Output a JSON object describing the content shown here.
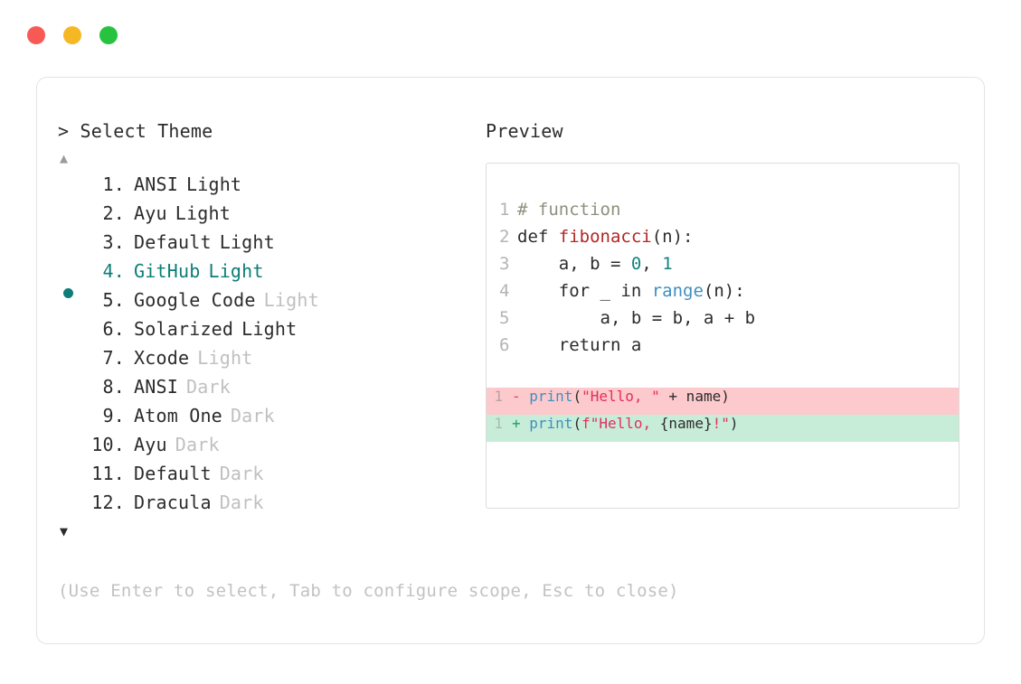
{
  "window": {
    "dots": [
      {
        "name": "close-dot",
        "color": "#f75a55"
      },
      {
        "name": "minimize-dot",
        "color": "#f6b724"
      },
      {
        "name": "maximize-dot",
        "color": "#27c33f"
      }
    ]
  },
  "left": {
    "prompt_symbol": ">",
    "prompt_title": "Select Theme",
    "scroll_up_icon": "▲",
    "scroll_down_icon": "▼",
    "selected_bullet_icon": "●",
    "selected_index": 4,
    "items": [
      {
        "index": "1.",
        "name": "ANSI",
        "suffix": "Light",
        "suffix_muted": false,
        "selected": false
      },
      {
        "index": "2.",
        "name": "Ayu",
        "suffix": "Light",
        "suffix_muted": false,
        "selected": false
      },
      {
        "index": "3.",
        "name": "Default",
        "suffix": "Light",
        "suffix_muted": false,
        "selected": false
      },
      {
        "index": "4.",
        "name": "GitHub",
        "suffix": "Light",
        "suffix_muted": false,
        "selected": true
      },
      {
        "index": "5.",
        "name": "Google Code",
        "suffix": "Light",
        "suffix_muted": true,
        "selected": false
      },
      {
        "index": "6.",
        "name": "Solarized",
        "suffix": "Light",
        "suffix_muted": false,
        "selected": false
      },
      {
        "index": "7.",
        "name": "Xcode",
        "suffix": "Light",
        "suffix_muted": true,
        "selected": false
      },
      {
        "index": "8.",
        "name": "ANSI",
        "suffix": "Dark",
        "suffix_muted": true,
        "selected": false
      },
      {
        "index": "9.",
        "name": "Atom One",
        "suffix": "Dark",
        "suffix_muted": true,
        "selected": false
      },
      {
        "index": "10.",
        "name": "Ayu",
        "suffix": "Dark",
        "suffix_muted": true,
        "selected": false
      },
      {
        "index": "11.",
        "name": "Default",
        "suffix": "Dark",
        "suffix_muted": true,
        "selected": false
      },
      {
        "index": "12.",
        "name": "Dracula",
        "suffix": "Dark",
        "suffix_muted": true,
        "selected": false
      }
    ],
    "help_text": "(Use Enter to select, Tab to configure scope, Esc to close)"
  },
  "right": {
    "preview_title": "Preview",
    "code_lines": [
      {
        "ln": "1",
        "tokens": [
          {
            "t": "# function",
            "c": "comment"
          }
        ]
      },
      {
        "ln": "2",
        "tokens": [
          {
            "t": "def ",
            "c": "kw"
          },
          {
            "t": "fibonacci",
            "c": "fn"
          },
          {
            "t": "(n):",
            "c": "plain"
          }
        ]
      },
      {
        "ln": "3",
        "tokens": [
          {
            "t": "    a, b = ",
            "c": "plain"
          },
          {
            "t": "0",
            "c": "num"
          },
          {
            "t": ", ",
            "c": "plain"
          },
          {
            "t": "1",
            "c": "num"
          }
        ]
      },
      {
        "ln": "4",
        "tokens": [
          {
            "t": "    for _ in ",
            "c": "plain"
          },
          {
            "t": "range",
            "c": "builtin"
          },
          {
            "t": "(n):",
            "c": "plain"
          }
        ]
      },
      {
        "ln": "5",
        "tokens": [
          {
            "t": "        a, b = b, a + b",
            "c": "plain"
          }
        ]
      },
      {
        "ln": "6",
        "tokens": [
          {
            "t": "    return a",
            "c": "plain"
          }
        ]
      }
    ],
    "diff_lines": [
      {
        "ln": "1",
        "kind": "del",
        "sign": "-",
        "tokens": [
          {
            "t": "print",
            "c": "builtin"
          },
          {
            "t": "(",
            "c": "plain"
          },
          {
            "t": "\"Hello, \"",
            "c": "str"
          },
          {
            "t": " + name)",
            "c": "plain"
          }
        ]
      },
      {
        "ln": "1",
        "kind": "add",
        "sign": "+",
        "tokens": [
          {
            "t": "print",
            "c": "builtin"
          },
          {
            "t": "(",
            "c": "plain"
          },
          {
            "t": "f\"Hello, ",
            "c": "str"
          },
          {
            "t": "{name}",
            "c": "plain"
          },
          {
            "t": "!\"",
            "c": "str"
          },
          {
            "t": ")",
            "c": "plain"
          }
        ]
      }
    ]
  },
  "colors": {
    "accent_teal": "#0e7d77",
    "muted_gray": "#c0c0c0",
    "text": "#2c2c2c",
    "diff_del_bg": "#fcc9cc",
    "diff_add_bg": "#c7ecd8",
    "string": "#e32f5c",
    "function": "#b62525",
    "builtin": "#3e90bf",
    "number": "#13817c",
    "comment": "#8f8f7e"
  }
}
